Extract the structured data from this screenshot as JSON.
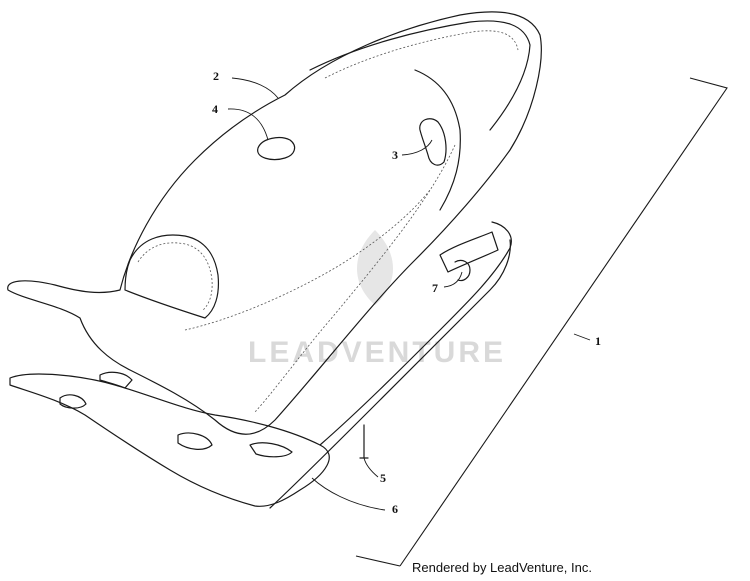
{
  "watermark": {
    "text": "LEADVENTURE"
  },
  "credit": {
    "text": "Rendered by LeadVenture, Inc."
  },
  "callouts": [
    {
      "id": "1",
      "label": "1"
    },
    {
      "id": "2",
      "label": "2"
    },
    {
      "id": "3",
      "label": "3"
    },
    {
      "id": "4",
      "label": "4"
    },
    {
      "id": "5",
      "label": "5"
    },
    {
      "id": "6",
      "label": "6"
    },
    {
      "id": "7",
      "label": "7"
    }
  ],
  "colors": {
    "line": "#1a1a1a",
    "watermark": "#d9d9d9",
    "background": "#ffffff"
  }
}
